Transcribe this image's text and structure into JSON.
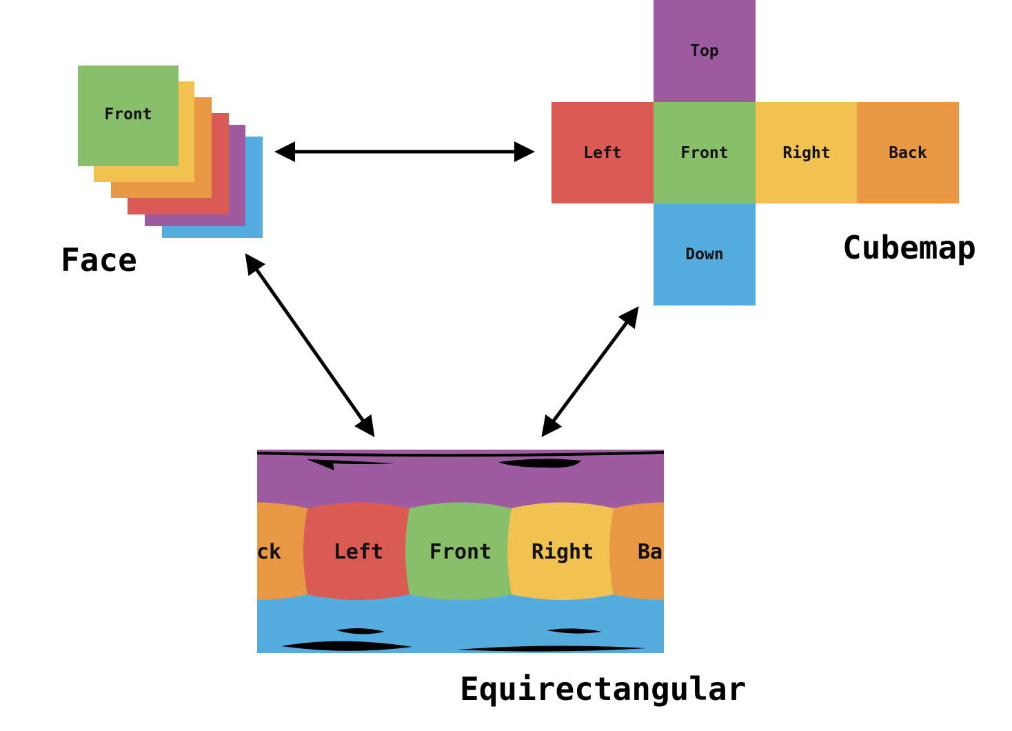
{
  "colors": {
    "green": "#89bf6a",
    "yellow": "#f2c250",
    "orange": "#e99844",
    "red": "#d95b54",
    "purple": "#9d5c9f",
    "blue": "#55acdf"
  },
  "face": {
    "title": "Face",
    "front_label": "Front"
  },
  "cubemap": {
    "title": "Cubemap",
    "top": "Top",
    "left": "Left",
    "front": "Front",
    "right": "Right",
    "back": "Back",
    "down": "Down"
  },
  "equirectangular": {
    "title": "Equirectangular",
    "back_left_fragment": "ck",
    "left": "Left",
    "front": "Front",
    "right": "Right",
    "back_right_fragment": "Ba"
  },
  "arrows": [
    {
      "from": "face",
      "to": "cubemap",
      "type": "bidirectional"
    },
    {
      "from": "face",
      "to": "equirectangular",
      "type": "bidirectional"
    },
    {
      "from": "cubemap",
      "to": "equirectangular",
      "type": "bidirectional"
    }
  ]
}
